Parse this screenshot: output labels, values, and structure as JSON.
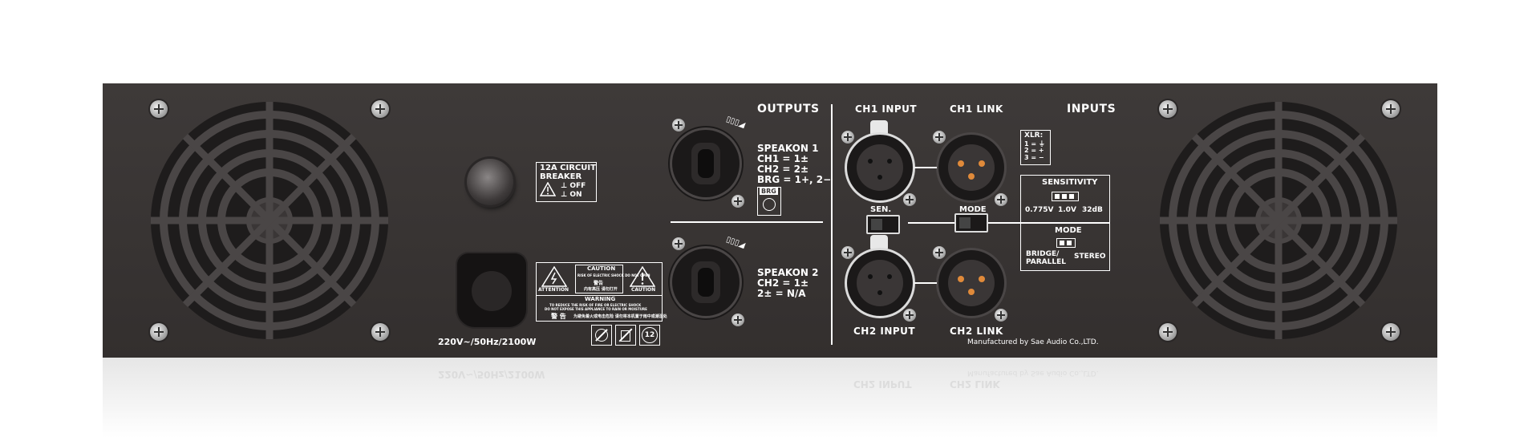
{
  "breaker": {
    "title_line1": "12A CIRCUIT",
    "title_line2": "BREAKER",
    "off": "OFF",
    "on": "ON"
  },
  "power": {
    "rating": "220V~/50Hz/2100W"
  },
  "warning": {
    "caution": "CAUTION",
    "caution_sub": "RISK OF ELECTRIC SHOCK DO NOT OPEN",
    "caution_cn": "警告",
    "caution_cn_sub": "内有高压 请勿打开",
    "attention": "ATTENTION",
    "caution_right": "CAUTION",
    "warning": "WARNING",
    "warning_line1": "TO REDUCE THE RISK OF FIRE OR ELECTRIC SHOCK",
    "warning_line2": "DO NOT EXPOSE THIS APPLIANCE TO RAIN OR MOISTURE",
    "warning_cn": "警 告",
    "warning_cn_text": "为避免着火或电击危险 请勿将本机置于雨中或潮湿处"
  },
  "outputs": {
    "heading": "OUTPUTS",
    "speakon1": {
      "title": "SPEAKON 1",
      "l1": "CH1 = 1±",
      "l2": "CH2 = 2±",
      "l3": "BRG = 1+, 2−"
    },
    "speakon2": {
      "title": "SPEAKON 2",
      "l1": "CH2 = 1±",
      "l2": "2± = N/A"
    },
    "brg_badge": "BRG"
  },
  "inputs": {
    "heading": "INPUTS",
    "ch1_input": "CH1 INPUT",
    "ch1_link": "CH1 LINK",
    "ch2_input": "CH2 INPUT",
    "ch2_link": "CH2 LINK",
    "sen_label": "SEN.",
    "mode_label": "MODE"
  },
  "xlr": {
    "title": "XLR:",
    "l1": "1 = ⏚",
    "l2": "2 = +",
    "l3": "3 = −"
  },
  "sensitivity": {
    "title": "SENSITIVITY",
    "v1": "0.775V",
    "v2": "1.0V",
    "v3": "32dB"
  },
  "mode_box": {
    "title": "MODE",
    "left1": "BRIDGE/",
    "left2": "PARALLEL",
    "right": "STEREO"
  },
  "maker": "Manufactured by Sae Audio Co.,LTD."
}
